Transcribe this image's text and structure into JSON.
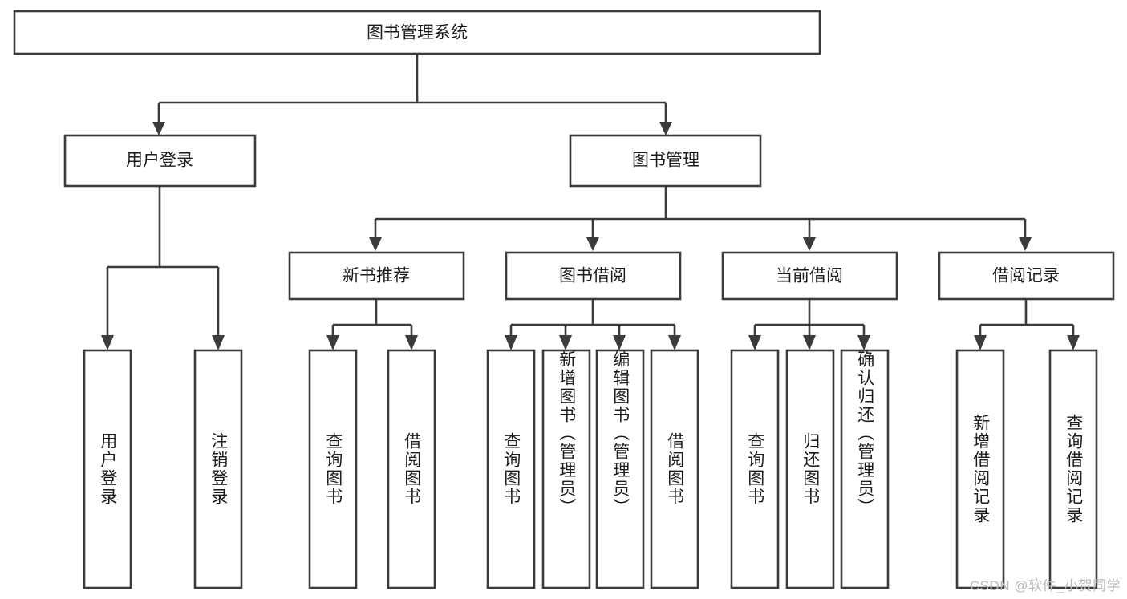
{
  "diagram": {
    "title": "图书管理系统",
    "type": "hierarchy-tree",
    "root": {
      "label": "图书管理系统"
    },
    "level1": [
      {
        "label": "用户登录"
      },
      {
        "label": "图书管理"
      }
    ],
    "level2": [
      {
        "label": "新书推荐"
      },
      {
        "label": "图书借阅"
      },
      {
        "label": "当前借阅"
      },
      {
        "label": "借阅记录"
      }
    ],
    "leaves": {
      "user_login": [
        {
          "label": "用户登录"
        },
        {
          "label": "注销登录"
        }
      ],
      "new_book": [
        {
          "label": "查询图书"
        },
        {
          "label": "借阅图书"
        }
      ],
      "book_borrow": [
        {
          "label": "查询图书"
        },
        {
          "label": "新增图书（管理员）"
        },
        {
          "label": "编辑图书（管理员）"
        },
        {
          "label": "借阅图书"
        }
      ],
      "current_borrow": [
        {
          "label": "查询图书"
        },
        {
          "label": "归还图书"
        },
        {
          "label": "确认归还（管理员）"
        }
      ],
      "borrow_record": [
        {
          "label": "新增借阅记录"
        },
        {
          "label": "查询借阅记录"
        }
      ]
    }
  },
  "watermark": {
    "text": "CSDN @软件_小贺同学"
  },
  "colors": {
    "stroke": "#3b3b3b",
    "fill": "#ffffff",
    "text": "#1d1d1d",
    "watermark": "#b9b9b9"
  }
}
